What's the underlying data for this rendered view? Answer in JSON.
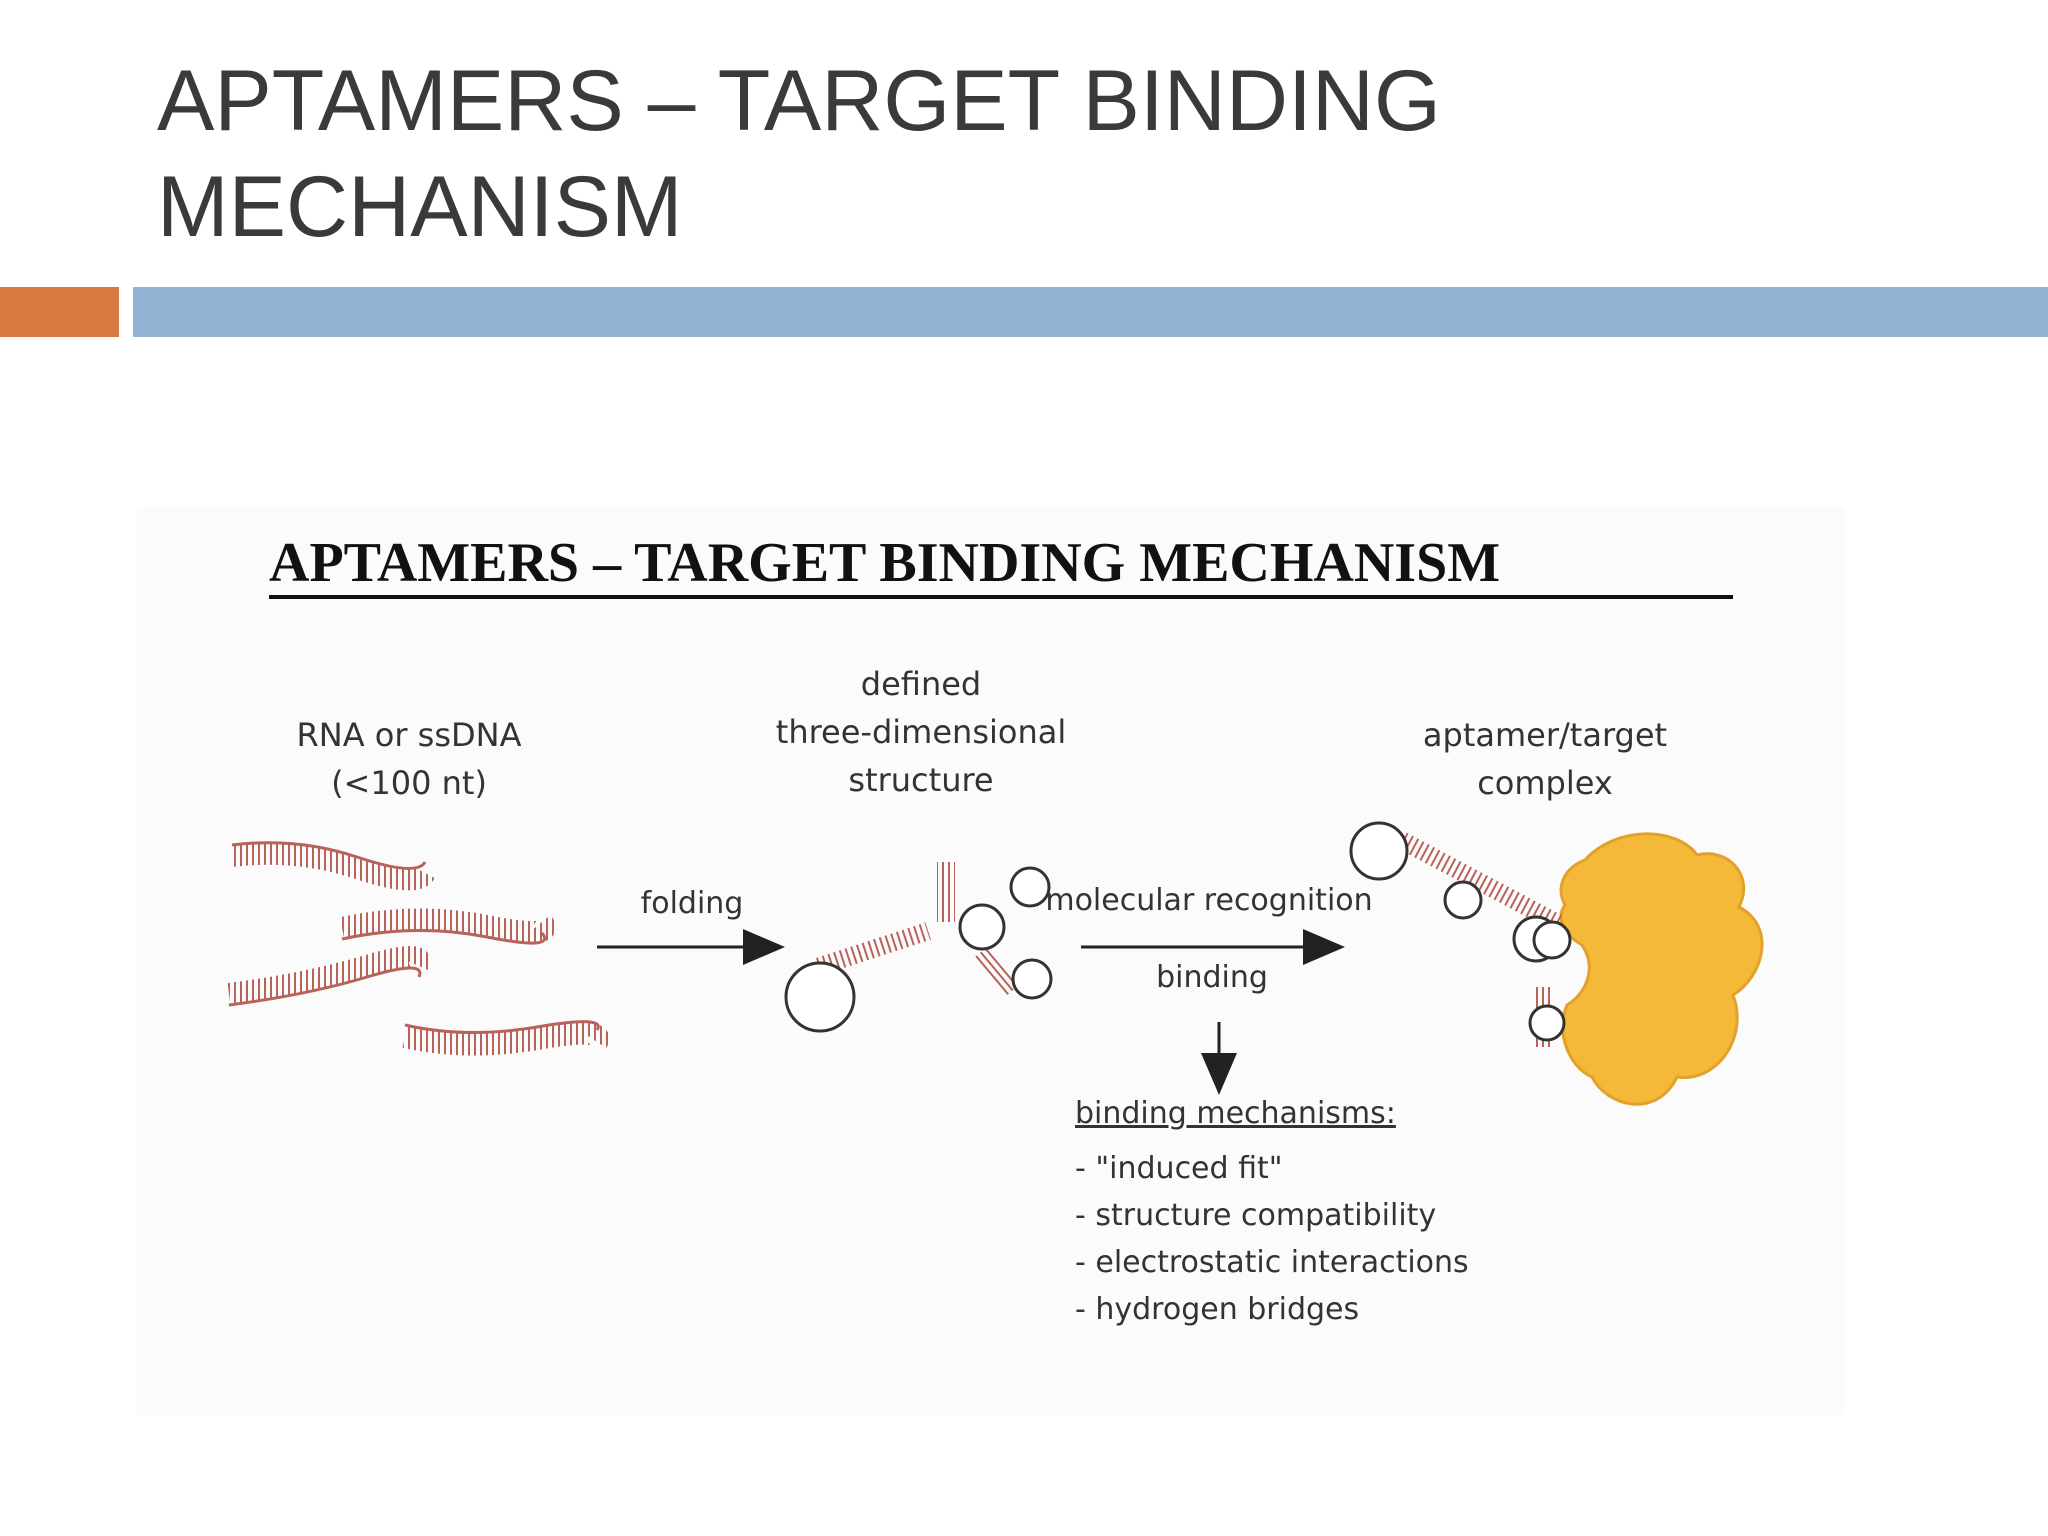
{
  "slide": {
    "title_line1": "APTAMERS – TARGET BINDING",
    "title_line2": "MECHANISM"
  },
  "colors": {
    "accent_orange": "#d97a43",
    "accent_blue": "#93b4d2",
    "strand_color": "#b8625a",
    "target_fill": "#f5b93a"
  },
  "figure": {
    "title": "APTAMERS – TARGET BINDING MECHANISM",
    "label_rna_line1": "RNA or ssDNA",
    "label_rna_line2": "(<100 nt)",
    "label_structure_line1": "defined",
    "label_structure_line2": "three-dimensional",
    "label_structure_line3": "structure",
    "label_complex_line1": "aptamer/target",
    "label_complex_line2": "complex",
    "arrow_folding": "folding",
    "arrow_recognition": "molecular recognition",
    "arrow_binding": "binding",
    "mechanisms_heading": "binding mechanisms:",
    "mechanisms": [
      "- \"induced fit\"",
      "- structure compatibility",
      "- electrostatic interactions",
      "- hydrogen bridges"
    ]
  }
}
